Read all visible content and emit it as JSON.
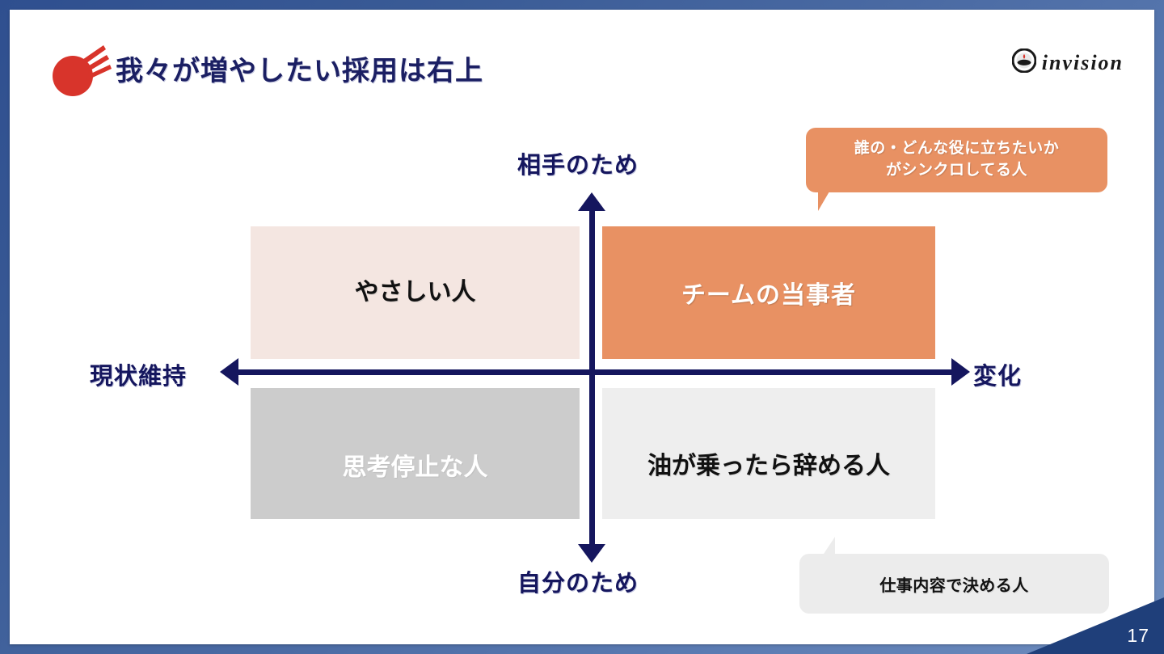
{
  "slide": {
    "title": "我々が増やしたい採用は右上",
    "page_number": "17",
    "brand_logo_word": "invision",
    "brand_icon": "red-comet-icon",
    "colors": {
      "frame_navy": "#3a5b96",
      "title_navy": "#1b1f63",
      "axis_navy": "#15165e",
      "accent_orange": "#e89163",
      "quad_pink": "#f4e6e1",
      "quad_gray": "#cccccc",
      "quad_light_gray": "#eeeeee",
      "brand_red": "#d8342b"
    }
  },
  "chart_data": {
    "type": "scatter",
    "title": "我々が増やしたい採用は右上",
    "xlabel": "",
    "ylabel": "",
    "axes": {
      "y_top_label": "相手のため",
      "y_bottom_label": "自分のため",
      "x_left_label": "現状維持",
      "x_right_label": "変化"
    },
    "quadrants": [
      {
        "position": "top-left",
        "label": "やさしい人",
        "fill": "#f4e6e1",
        "text_color": "#111111"
      },
      {
        "position": "top-right",
        "label": "チームの当事者",
        "fill": "#e89163",
        "text_color": "#ffffff"
      },
      {
        "position": "bottom-left",
        "label": "思考停止な人",
        "fill": "#cccccc",
        "text_color": "#ffffff"
      },
      {
        "position": "bottom-right",
        "label": "油が乗ったら辞める人",
        "fill": "#eeeeee",
        "text_color": "#111111"
      }
    ],
    "annotations": [
      {
        "target": "top-right",
        "style": "orange-callout",
        "line1": "誰の・どんな役に立ちたいか",
        "line2": "がシンクロしてる人"
      },
      {
        "target": "bottom-right",
        "style": "gray-callout",
        "line1": "仕事内容で決める人"
      }
    ],
    "grid": false,
    "legend": "none"
  },
  "quadrants": {
    "top_left": "やさしい人",
    "top_right": "チームの当事者",
    "bottom_left": "思考停止な人",
    "bottom_right": "油が乗ったら辞める人"
  },
  "axis_labels": {
    "top": "相手のため",
    "bottom": "自分のため",
    "left": "現状維持",
    "right": "変化"
  },
  "callouts": {
    "top": {
      "line1": "誰の・どんな役に立ちたいか",
      "line2": "がシンクロしてる人"
    },
    "bottom": {
      "line1": "仕事内容で決める人"
    }
  }
}
